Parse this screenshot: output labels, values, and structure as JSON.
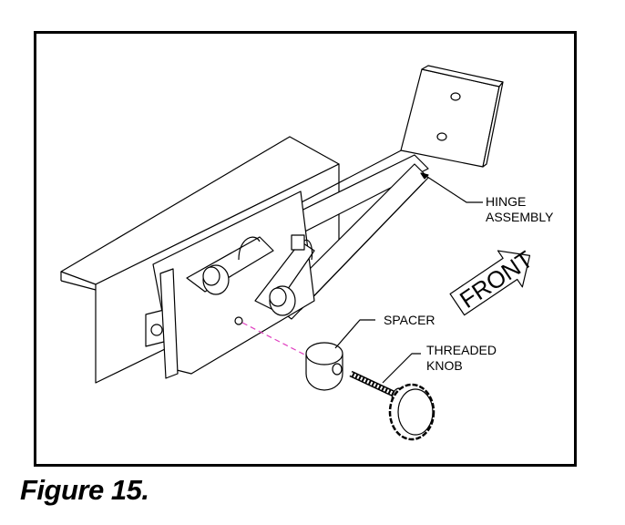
{
  "figure": {
    "caption": "Figure 15.",
    "labels": {
      "hinge_line1": "HINGE",
      "hinge_line2": "ASSEMBLY",
      "spacer": "SPACER",
      "knob_line1": "THREADED",
      "knob_line2": "KNOB",
      "front": "FRONT"
    },
    "colors": {
      "dashed_axis": "#e040c0",
      "line": "#000000"
    }
  }
}
